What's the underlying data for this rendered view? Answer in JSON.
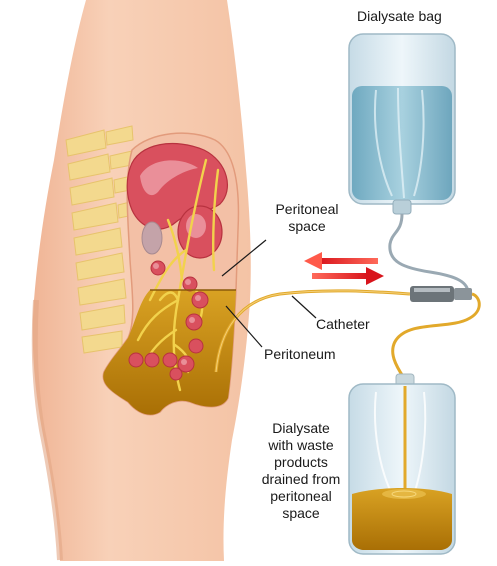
{
  "labels": {
    "dialysate_bag": "Dialysate bag",
    "peritoneal_space_line1": "Peritoneal",
    "peritoneal_space_line2": "space",
    "catheter": "Catheter",
    "peritoneum": "Peritoneum",
    "drain_line1": "Dialysate",
    "drain_line2": "with waste",
    "drain_line3": "products",
    "drain_line4": "drained from",
    "drain_line5": "peritoneal",
    "drain_line6": "space"
  },
  "colors": {
    "skin": "#f6c9ad",
    "skin_shadow": "#e9ad8e",
    "spine": "#f3d98e",
    "organ_red": "#d9505e",
    "organ_pink": "#ee9fa7",
    "fluid_gold": "#c8900f",
    "fluid_dark": "#a36e05",
    "bag_glass": "#d7e7ef",
    "bag_fluid": "#8fc1d4",
    "tube_gold": "#e2a92b",
    "tube_gray": "#9aa9b3",
    "arrow_red": "#e8262c",
    "connector": "#6c7479"
  }
}
